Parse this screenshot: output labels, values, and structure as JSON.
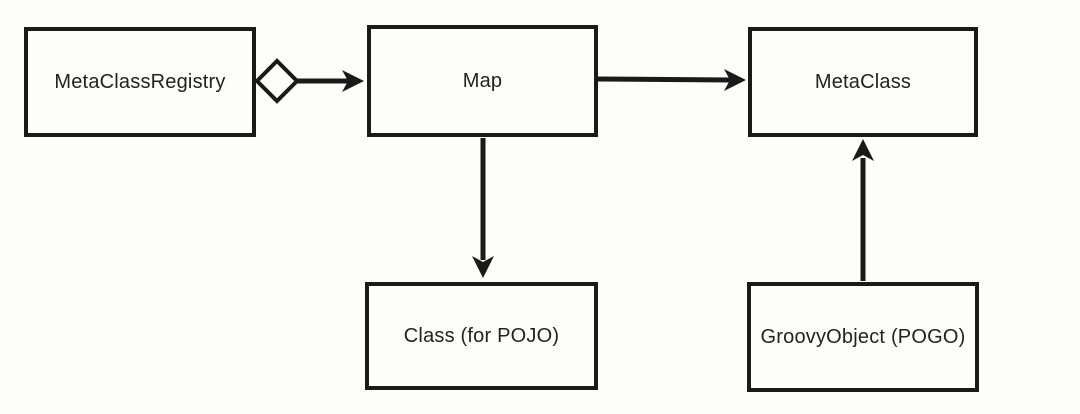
{
  "colors": {
    "background": "#fdfdfc",
    "stroke": "#1a1a1a",
    "text": "#222222"
  },
  "diagram": {
    "nodes": [
      {
        "id": "metaclassregistry",
        "label": "MetaClassRegistry"
      },
      {
        "id": "map",
        "label": "Map"
      },
      {
        "id": "metaclass",
        "label": "MetaClass"
      },
      {
        "id": "class-for-pojo",
        "label": "Class (for POJO)"
      },
      {
        "id": "groovyobject-pogo",
        "label": "GroovyObject (POGO)"
      }
    ],
    "edges": [
      {
        "from": "metaclassregistry",
        "to": "map",
        "type": "aggregation",
        "marker_at_source": "hollow-diamond",
        "marker_at_target": "filled-arrow"
      },
      {
        "from": "map",
        "to": "metaclass",
        "type": "association",
        "marker_at_target": "filled-arrow"
      },
      {
        "from": "map",
        "to": "class-for-pojo",
        "type": "association",
        "marker_at_target": "filled-arrow"
      },
      {
        "from": "groovyobject-pogo",
        "to": "metaclass",
        "type": "association",
        "marker_at_target": "filled-arrow"
      }
    ]
  }
}
